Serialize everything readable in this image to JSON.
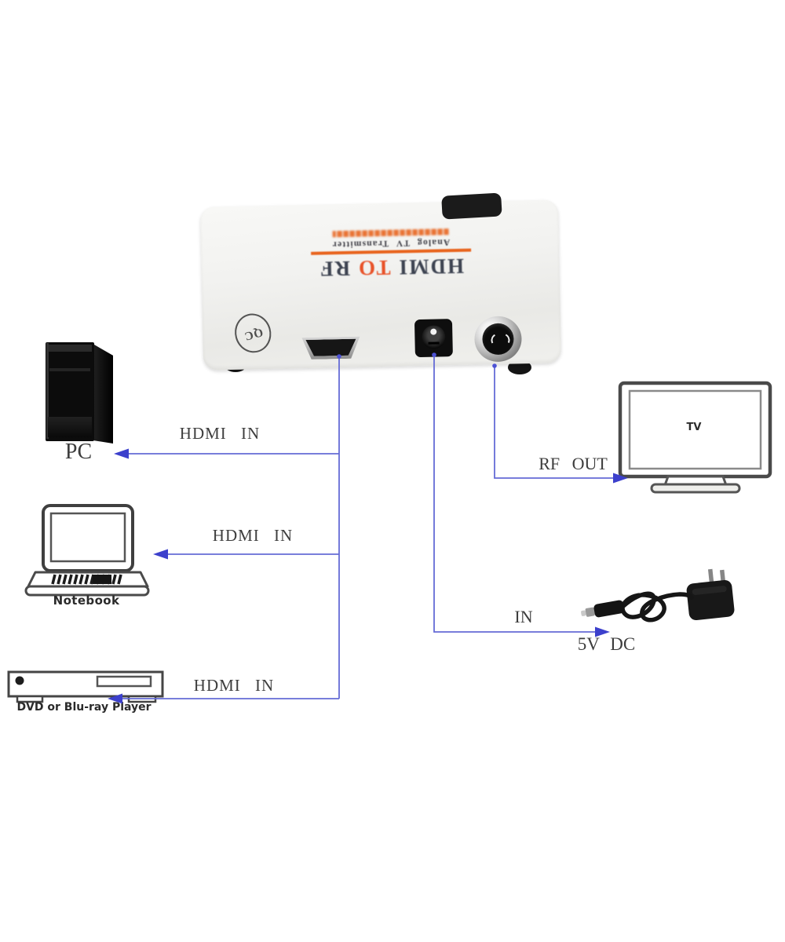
{
  "converter": {
    "brand_line": {
      "hdmi": "HDMI",
      "to": "TO",
      "rf": "RF"
    },
    "subtitle": "Analog TV Transmitter",
    "qc_stamp": "QC"
  },
  "connection_labels": {
    "pc": "HDMI IN",
    "notebook": "HDMI IN",
    "dvd": "HDMI IN",
    "tv": "RF OUT",
    "power_in": "IN",
    "power_spec": "5V DC"
  },
  "devices": {
    "pc": "PC",
    "notebook": "Notebook",
    "dvd": "DVD or Blu-ray Player",
    "tv": "TV"
  },
  "colors": {
    "wire": "#656bd6",
    "arrowhead": "#3c40cc",
    "accent_orange": "#e8641e",
    "title_dark": "#3d4351",
    "title_accent": "#e8532a"
  }
}
